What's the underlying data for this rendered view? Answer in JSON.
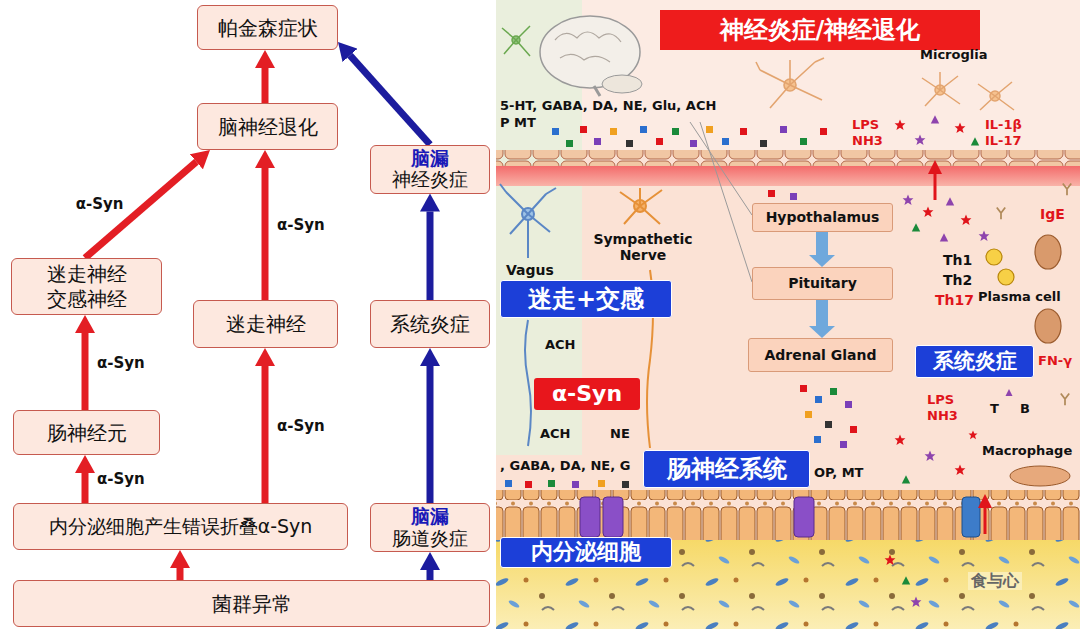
{
  "diagram": {
    "nodes": [
      {
        "text": [
          "帕金森症状"
        ]
      },
      {
        "text": [
          "脑神经退化"
        ]
      },
      {
        "text": [
          "脑漏",
          "神经炎症"
        ]
      },
      {
        "text": [
          "迷走神经 交感神经"
        ]
      },
      {
        "text": [
          "迷走神经"
        ]
      },
      {
        "text": [
          "系统炎症"
        ]
      },
      {
        "text": [
          "肠神经元"
        ]
      },
      {
        "text": [
          "内分泌细胞产生错误折叠α-Syn"
        ]
      },
      {
        "text": [
          "脑漏",
          "肠道炎症"
        ]
      },
      {
        "text": [
          "菌群异常"
        ]
      },
      {
        "text": [
          "神经炎症/神经退化"
        ]
      },
      {
        "text": [
          "Hypothalamus"
        ]
      },
      {
        "text": [
          "Pituitary"
        ]
      },
      {
        "text": [
          "迷走+交感"
        ]
      },
      {
        "text": [
          "Adrenal Gland"
        ]
      },
      {
        "text": [
          "系统炎症"
        ]
      },
      {
        "text": [
          "α-Syn"
        ]
      },
      {
        "text": [
          "肠神经系统"
        ]
      },
      {
        "text": [
          "内分泌细胞"
        ]
      }
    ],
    "edges": [
      {
        "from": 9,
        "to": 7,
        "arrow": "to"
      },
      {
        "from": 9,
        "to": 8,
        "arrow": "to"
      },
      {
        "from": 7,
        "to": 6,
        "arrow": "to",
        "label": "α-Syn"
      },
      {
        "from": 6,
        "to": 3,
        "arrow": "to",
        "label": "α-Syn"
      },
      {
        "from": 3,
        "to": 1,
        "arrow": "to",
        "label": "α-Syn"
      },
      {
        "from": 7,
        "to": 4,
        "arrow": "to",
        "label": "α-Syn"
      },
      {
        "from": 4,
        "to": 1,
        "arrow": "to",
        "label": "α-Syn"
      },
      {
        "from": 8,
        "to": 5,
        "arrow": "to"
      },
      {
        "from": 5,
        "to": 2,
        "arrow": "to"
      },
      {
        "from": 2,
        "to": 0,
        "arrow": "to"
      },
      {
        "from": 1,
        "to": 0,
        "arrow": "to"
      },
      {
        "from": 11,
        "to": 12,
        "arrow": "to"
      },
      {
        "from": 12,
        "to": 14,
        "arrow": "to"
      }
    ],
    "labels": [
      "5-HT, GABA, DA, NE, Glu, ACH",
      "P MT",
      "Microglia",
      "LPS",
      "NH3",
      "IL-1β",
      "IL-17",
      "Sympathetic Nerve",
      "Vagus",
      "IgE",
      "Th1",
      "Th2",
      "Th17",
      "Plasma cell",
      "ACH",
      "FN-γ",
      "T",
      "B",
      "ACH",
      "NE",
      "LPS",
      "NH3",
      ", GABA, DA, NE, G",
      "OP, MT",
      "Macrophage",
      "食与心"
    ]
  }
}
